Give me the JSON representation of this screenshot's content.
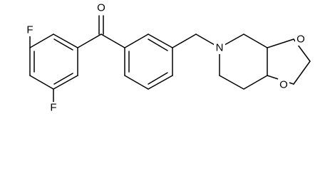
{
  "molecule": {
    "atoms": {
      "oxygen_carbonyl": "O",
      "fluorine_top": "F",
      "fluorine_bottom": "F",
      "nitrogen": "N",
      "oxygen_ring_top": "O",
      "oxygen_ring_bottom": "O"
    }
  },
  "colors": {
    "bond": "#000000",
    "label": "#000000",
    "background": "#ffffff"
  }
}
